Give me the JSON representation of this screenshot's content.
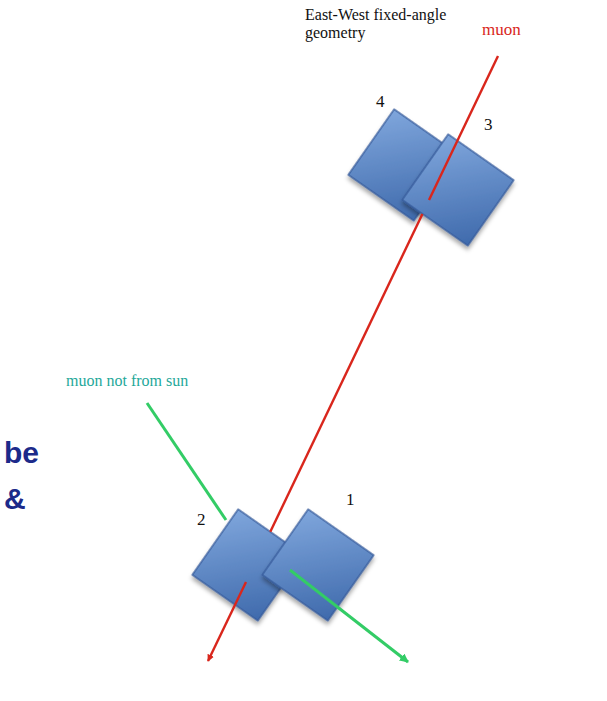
{
  "diagram": {
    "title": "East-West fixed-angle geometry",
    "nodes": [
      {
        "text": [
          "4"
        ]
      },
      {
        "text": [
          "3"
        ]
      },
      {
        "text": [
          "2"
        ]
      },
      {
        "text": [
          "1"
        ]
      }
    ],
    "edges": [
      {
        "from": 1,
        "to": 2,
        "arrow": "none"
      }
    ],
    "labels": [
      "muon",
      "muon not from sun",
      "be",
      "&"
    ]
  }
}
